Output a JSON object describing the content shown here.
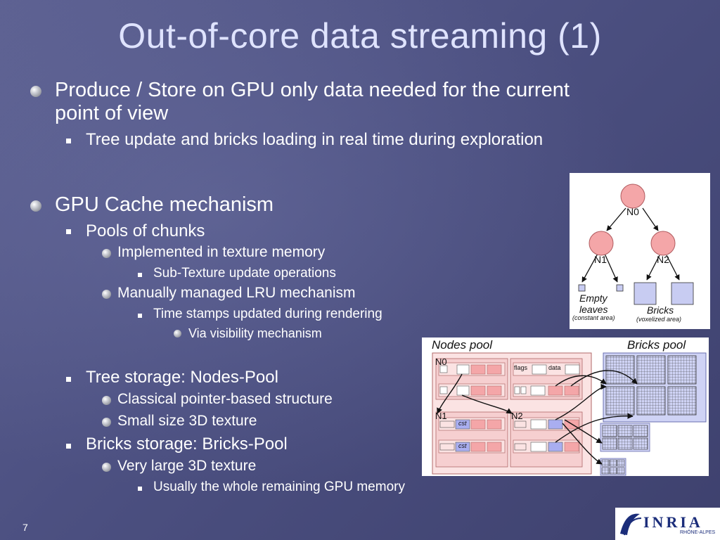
{
  "title": "Out-of-core data streaming (1)",
  "bullets": {
    "b1": "Produce / Store on GPU only data needed for the current",
    "b1_cont": "point of view",
    "b1_1": "Tree update and bricks loading in real time during exploration",
    "b2": "GPU Cache mechanism",
    "b2_1": "Pools of chunks",
    "b2_1_1": "Implemented in texture memory",
    "b2_1_1_1": "Sub-Texture update operations",
    "b2_1_2": "Manually managed LRU mechanism",
    "b2_1_2_1": "Time stamps updated during rendering",
    "b2_1_2_1_1": "Via visibility mechanism",
    "b2_2": "Tree storage: Nodes-Pool",
    "b2_2_1": "Classical pointer-based structure",
    "b2_2_2": "Small size 3D texture",
    "b2_3": "Bricks storage: Bricks-Pool",
    "b2_3_1": "Very large 3D texture",
    "b2_3_1_1": "Usually the whole remaining GPU memory"
  },
  "tree_figure": {
    "n0": "N0",
    "n1": "N1",
    "n2": "N2",
    "empty": "Empty",
    "leaves": "leaves",
    "constant": "(constant area)",
    "bricks": "Bricks",
    "voxelized": "(voxelized area)"
  },
  "pool_figure": {
    "nodes_pool": "Nodes pool",
    "bricks_pool": "Bricks pool",
    "n0": "N0",
    "n1": "N1",
    "n2": "N2",
    "flags": "flags",
    "data": "data",
    "cst": "cst"
  },
  "logo": {
    "text": "INRIA",
    "sub": "RHÔNE-ALPES"
  },
  "page_number": "7",
  "colors": {
    "title": "#dfe3ff",
    "node": "#f4a6a8",
    "pool_bg": "#fbe3e3",
    "brick_bg": "#cfd3f5"
  }
}
